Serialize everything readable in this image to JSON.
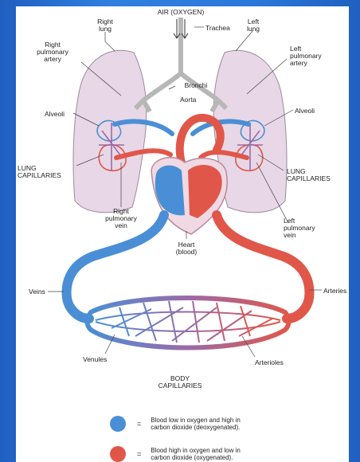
{
  "labels": {
    "air": "AIR (OXYGEN)",
    "trachea": "Trachea",
    "right_lung_1": "Right",
    "right_lung_2": "lung",
    "left_lung_1": "Left",
    "left_lung_2": "lung",
    "right_pulm_artery_1": "Right",
    "right_pulm_artery_2": "pulmonary",
    "right_pulm_artery_3": "artery",
    "left_pulm_artery_1": "Left",
    "left_pulm_artery_2": "pulmonary",
    "left_pulm_artery_3": "artery",
    "bronchi": "Bronchi",
    "aorta": "Aorta",
    "alveoli_left": "Alveoli",
    "alveoli_right": "Alveoli",
    "lung_cap_left_1": "LUNG",
    "lung_cap_left_2": "CAPILLARIES",
    "lung_cap_right_1": "LUNG",
    "lung_cap_right_2": "CAPILLARIES",
    "right_pulm_vein_1": "Right",
    "right_pulm_vein_2": "pulmonary",
    "right_pulm_vein_3": "vein",
    "left_pulm_vein_1": "Left",
    "left_pulm_vein_2": "pulmonary",
    "left_pulm_vein_3": "vein",
    "heart_1": "Heart",
    "heart_2": "(blood)",
    "veins": "Veins",
    "arteries": "Arteries",
    "venules": "Venules",
    "arterioles": "Arterioles",
    "body_cap_1": "BODY",
    "body_cap_2": "CAPILLARIES"
  },
  "legend": {
    "deox_eq": "=",
    "deox_line1": "Blood low in oxygen and high in",
    "deox_line2": "carbon dioxide (deoxygenated).",
    "ox_eq": "=",
    "ox_line1": "Blood high in oxygen and low in",
    "ox_line2": "carbon dioxide (oxygenated)."
  },
  "colors": {
    "deoxygenated": "#4a8fd6",
    "oxygenated": "#e0574a",
    "lung": "#e8d7e6",
    "background": "#2b78db"
  }
}
